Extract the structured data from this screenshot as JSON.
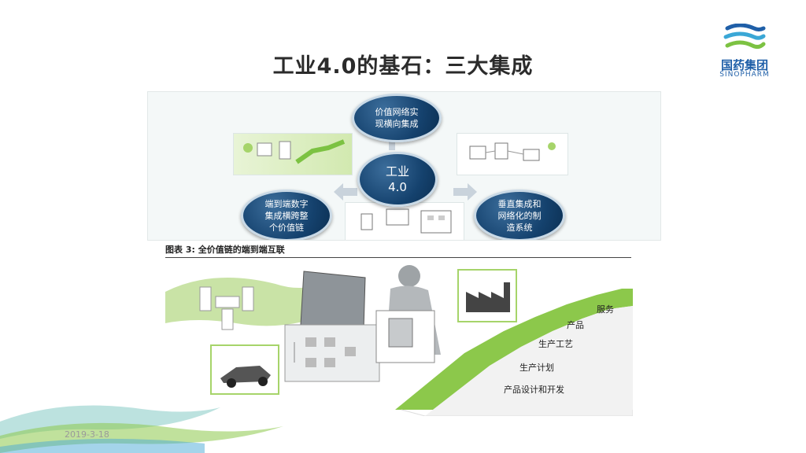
{
  "slide": {
    "title": "工业4.0的基石：三大集成",
    "date": "2019-3-18"
  },
  "logo": {
    "name_cn": "国药集团",
    "name_en": "SINOPHARM"
  },
  "diagram_top": {
    "center": "工业\n4.0",
    "top": "价值网络实\n现横向集成",
    "left": "端到端数字\n集成横跨整\n个价值链",
    "right": "垂直集成和\n网络化的制\n造系统"
  },
  "diagram_bottom": {
    "caption": "图表 3:  全价值链的端到端互联",
    "stages": [
      "服务",
      "产品",
      "生产工艺",
      "生产计划",
      "产品设计和开发"
    ]
  },
  "colors": {
    "title": "#2b2b2b",
    "circle_blue": "#15426e",
    "accent_green": "#7cc242",
    "logo_blue": "#1f5fa8"
  }
}
